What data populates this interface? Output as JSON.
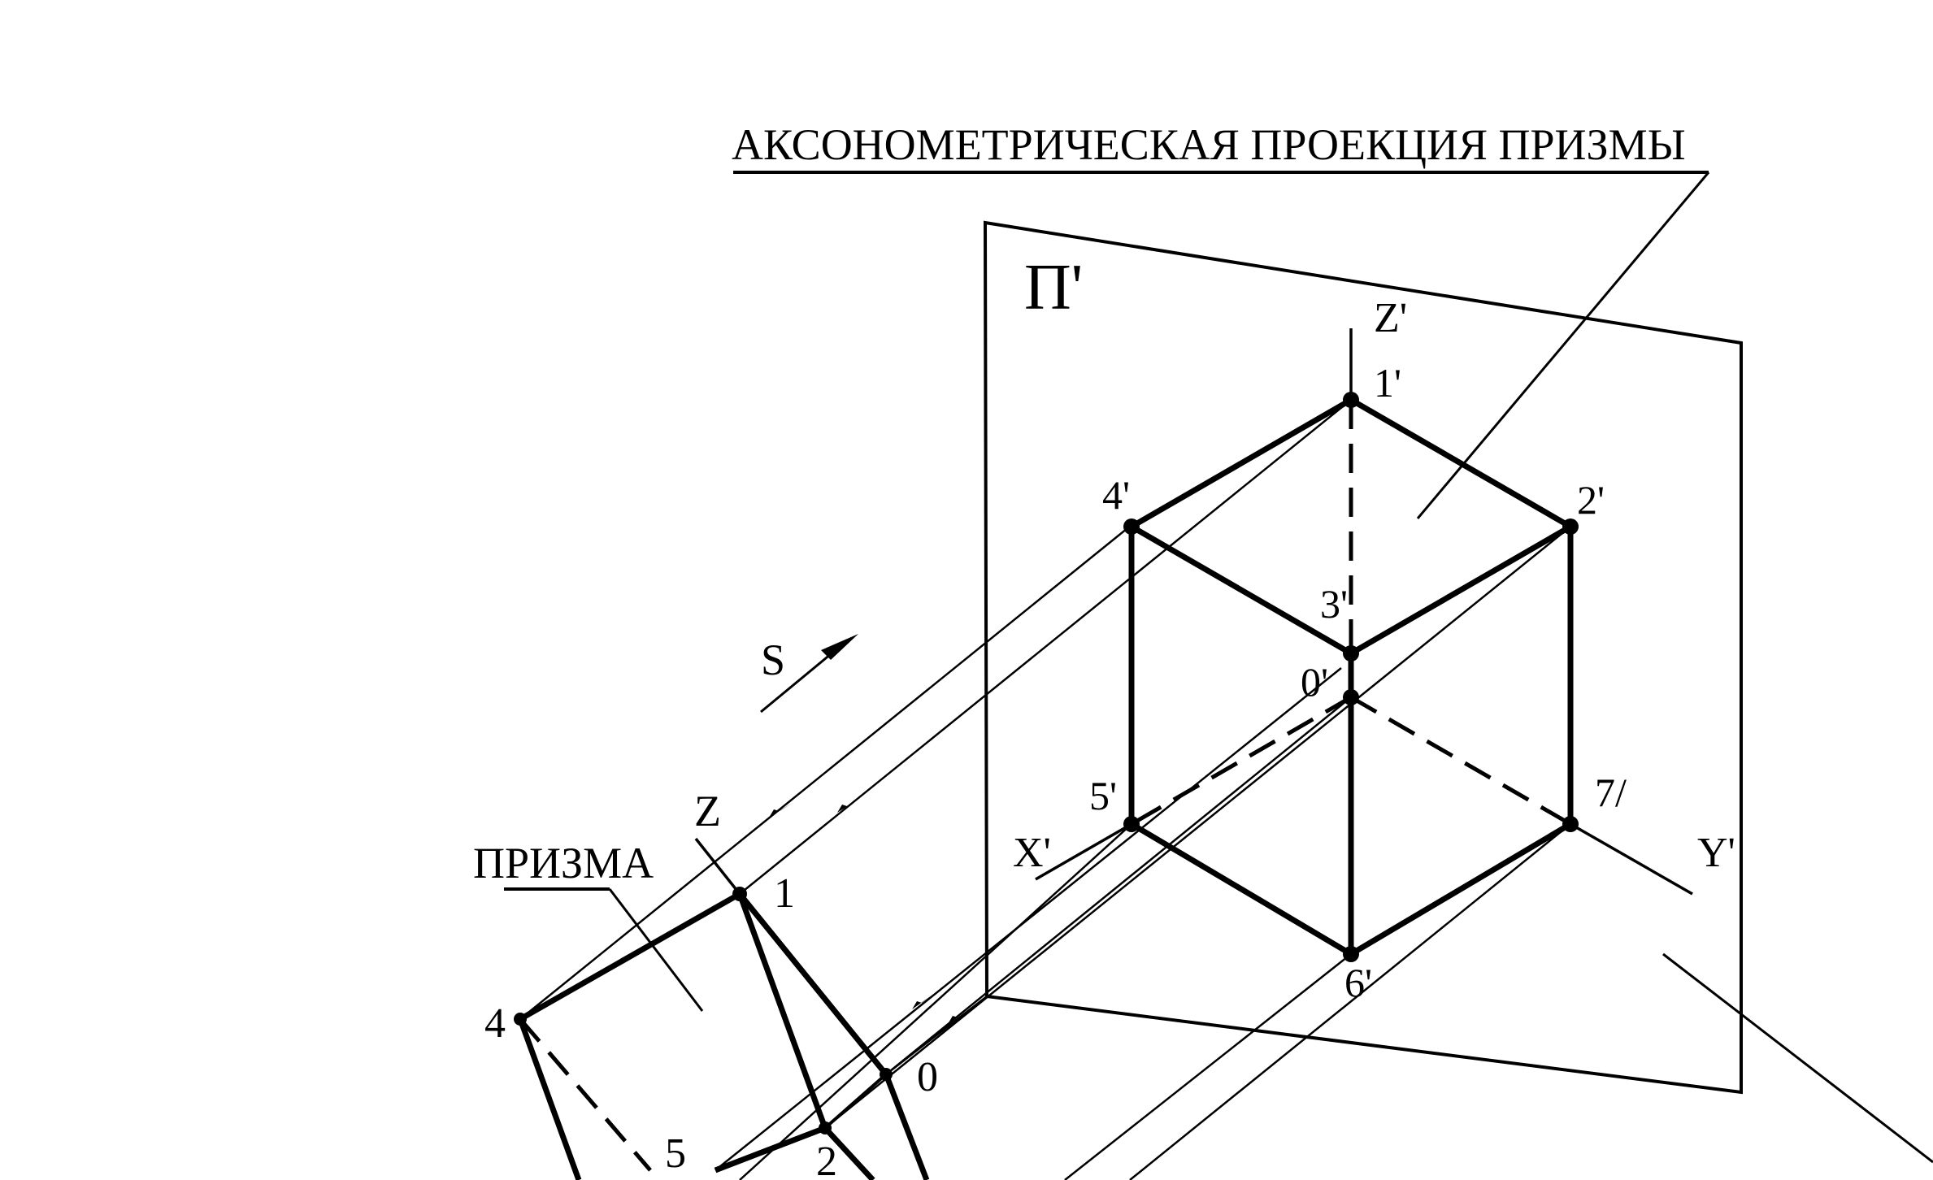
{
  "labels": {
    "title": "АКСОНОМЕТРИЧЕСКАЯ ПРОЕКЦИЯ ПРИЗМЫ",
    "plane": "П'",
    "prism": "ПРИЗМА",
    "direction": "S",
    "axis_z": "Z",
    "axis_z_proj": "Z'",
    "axis_x_proj": "X'",
    "axis_y_proj": "Y'",
    "origin": "0",
    "origin_proj": "0'"
  },
  "points": {
    "p1": "1",
    "p2": "2",
    "p4": "4",
    "p5": "5",
    "q1": "1'",
    "q2": "2'",
    "q3": "3'",
    "q4": "4'",
    "q5": "5'",
    "q6": "6'",
    "q7": "7/"
  },
  "colors": {
    "line": "#000000",
    "background": "#ffffff"
  }
}
